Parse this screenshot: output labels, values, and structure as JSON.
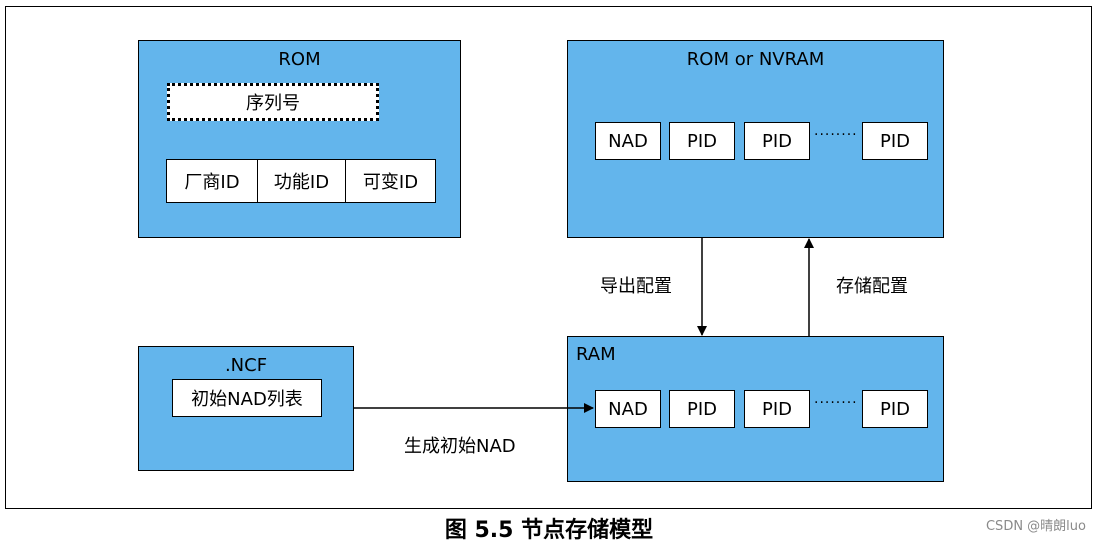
{
  "rom": {
    "title": "ROM",
    "serial": "序列号",
    "ids": [
      "厂商ID",
      "功能ID",
      "可变ID"
    ]
  },
  "nvram": {
    "title": "ROM or NVRAM",
    "cells": [
      "NAD",
      "PID",
      "PID",
      "PID"
    ],
    "dots": "········"
  },
  "ncf": {
    "title": ".NCF",
    "list": "初始NAD列表"
  },
  "ram": {
    "title": "RAM",
    "cells": [
      "NAD",
      "PID",
      "PID",
      "PID"
    ],
    "dots": "········"
  },
  "labels": {
    "export": "导出配置",
    "store": "存储配置",
    "generate": "生成初始NAD"
  },
  "caption": "图 5.5  节点存储模型",
  "watermark": "CSDN @晴朗luo",
  "colors": {
    "block_fill": "#63b5ec"
  }
}
